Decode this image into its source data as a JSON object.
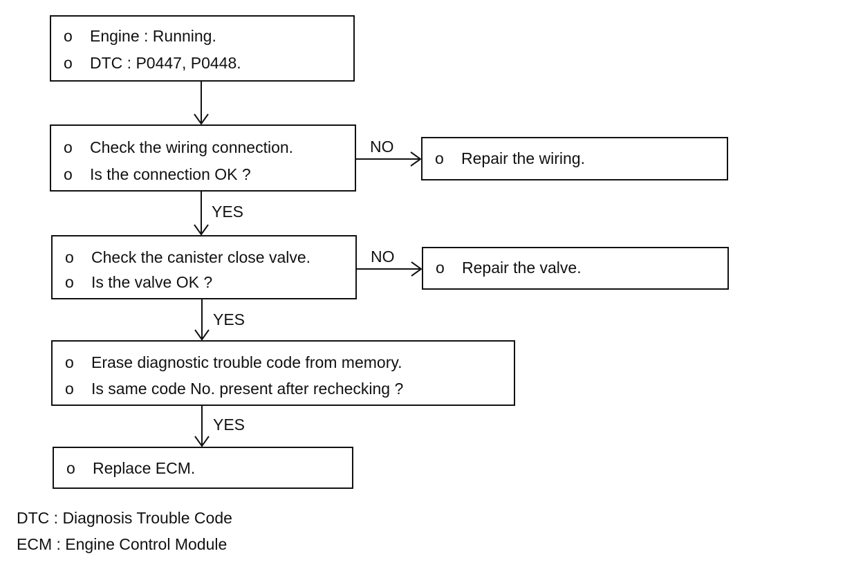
{
  "diagram": {
    "bullet": "o",
    "boxes": {
      "start": {
        "lines": [
          "Engine : Running.",
          "DTC : P0447, P0448."
        ]
      },
      "check_wiring": {
        "lines": [
          "Check the wiring connection.",
          "Is the connection OK ?"
        ]
      },
      "repair_wiring": {
        "lines": [
          "Repair the wiring."
        ]
      },
      "check_valve": {
        "lines": [
          "Check the canister close valve.",
          "Is the valve OK ?"
        ]
      },
      "repair_valve": {
        "lines": [
          "Repair the valve."
        ]
      },
      "erase_code": {
        "lines": [
          "Erase diagnostic trouble code from memory.",
          "Is same code No. present after rechecking ?"
        ]
      },
      "replace_ecm": {
        "lines": [
          "Replace ECM."
        ]
      }
    },
    "edges": {
      "wiring_no": "NO",
      "wiring_yes": "YES",
      "valve_no": "NO",
      "valve_yes": "YES",
      "erase_yes": "YES"
    },
    "legend": [
      "DTC : Diagnosis Trouble Code",
      "ECM : Engine Control Module"
    ]
  }
}
